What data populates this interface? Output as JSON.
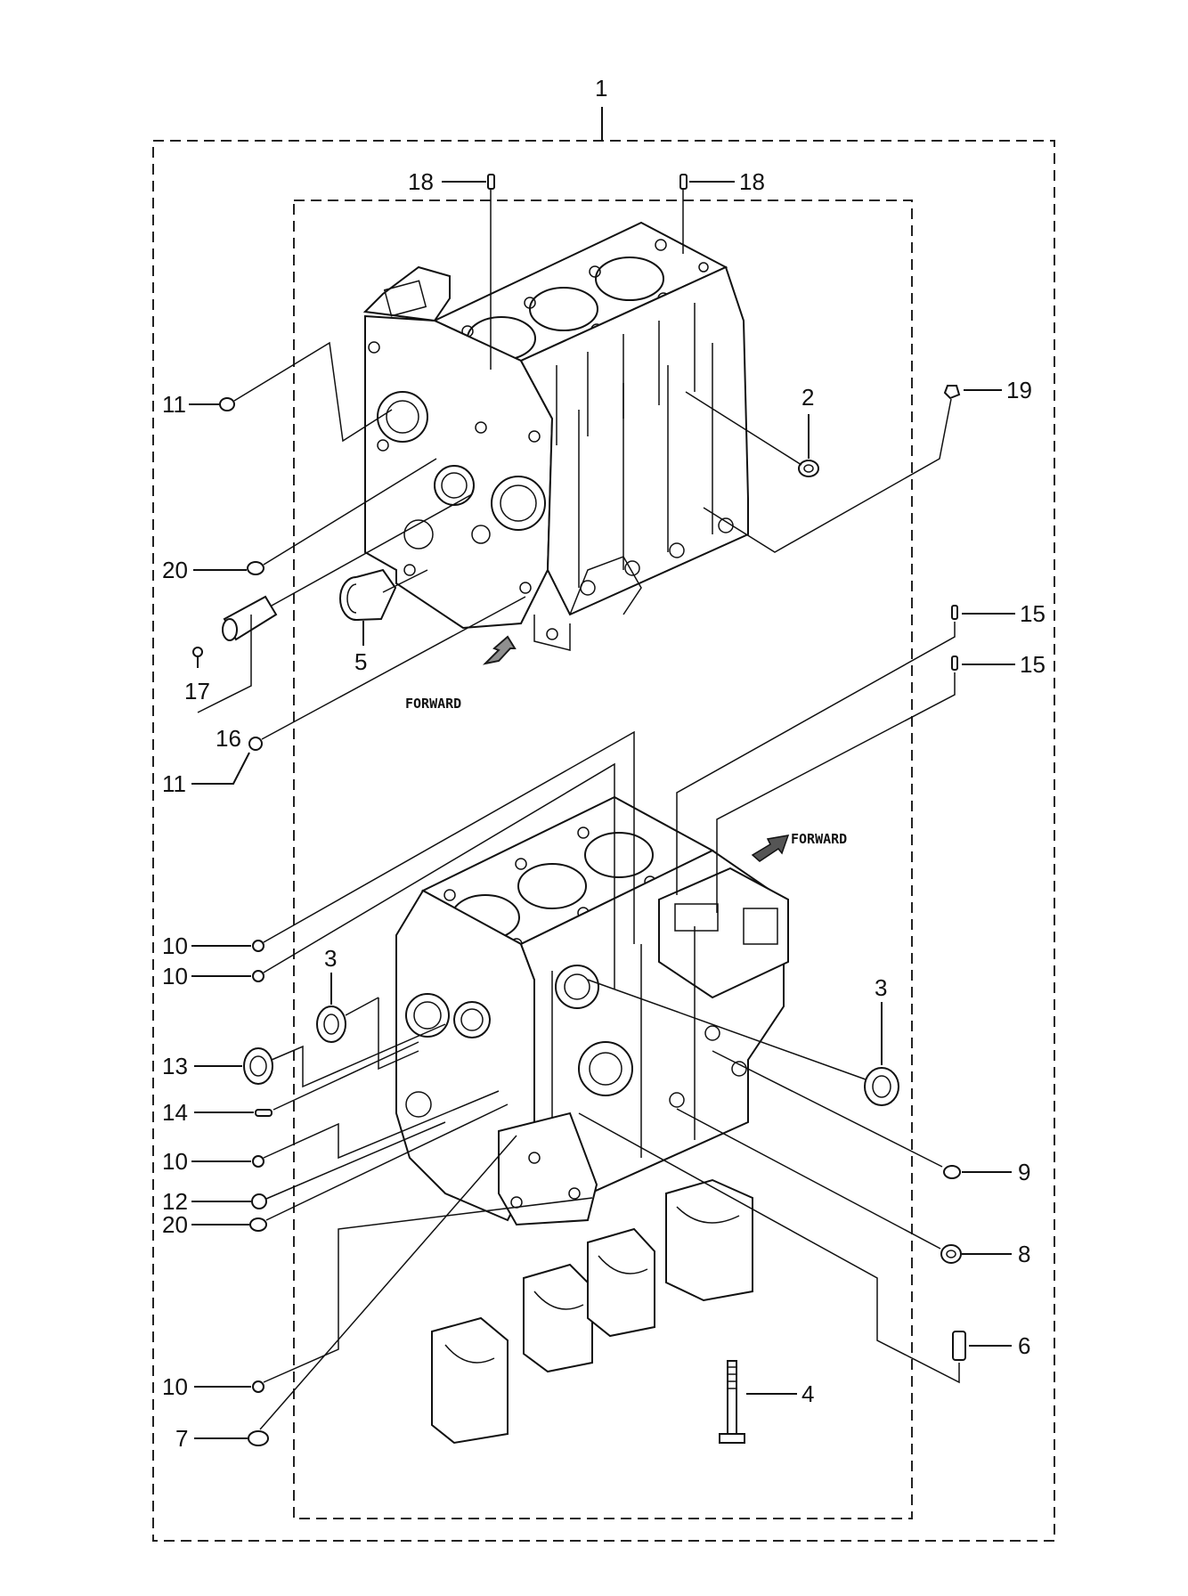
{
  "callouts": {
    "c1": "1",
    "c2": "2",
    "c3a": "3",
    "c3b": "3",
    "c4": "4",
    "c5": "5",
    "c6": "6",
    "c7": "7",
    "c8": "8",
    "c9": "9",
    "c10a": "10",
    "c10b": "10",
    "c10c": "10",
    "c10d": "10",
    "c11a": "11",
    "c11b": "11",
    "c12": "12",
    "c13": "13",
    "c14": "14",
    "c15a": "15",
    "c15b": "15",
    "c16": "16",
    "c17": "17",
    "c18a": "18",
    "c18b": "18",
    "c19": "19",
    "c20a": "20",
    "c20b": "20"
  },
  "forward_labels": {
    "top": "FORWARD",
    "bottom": "FORWARD"
  }
}
